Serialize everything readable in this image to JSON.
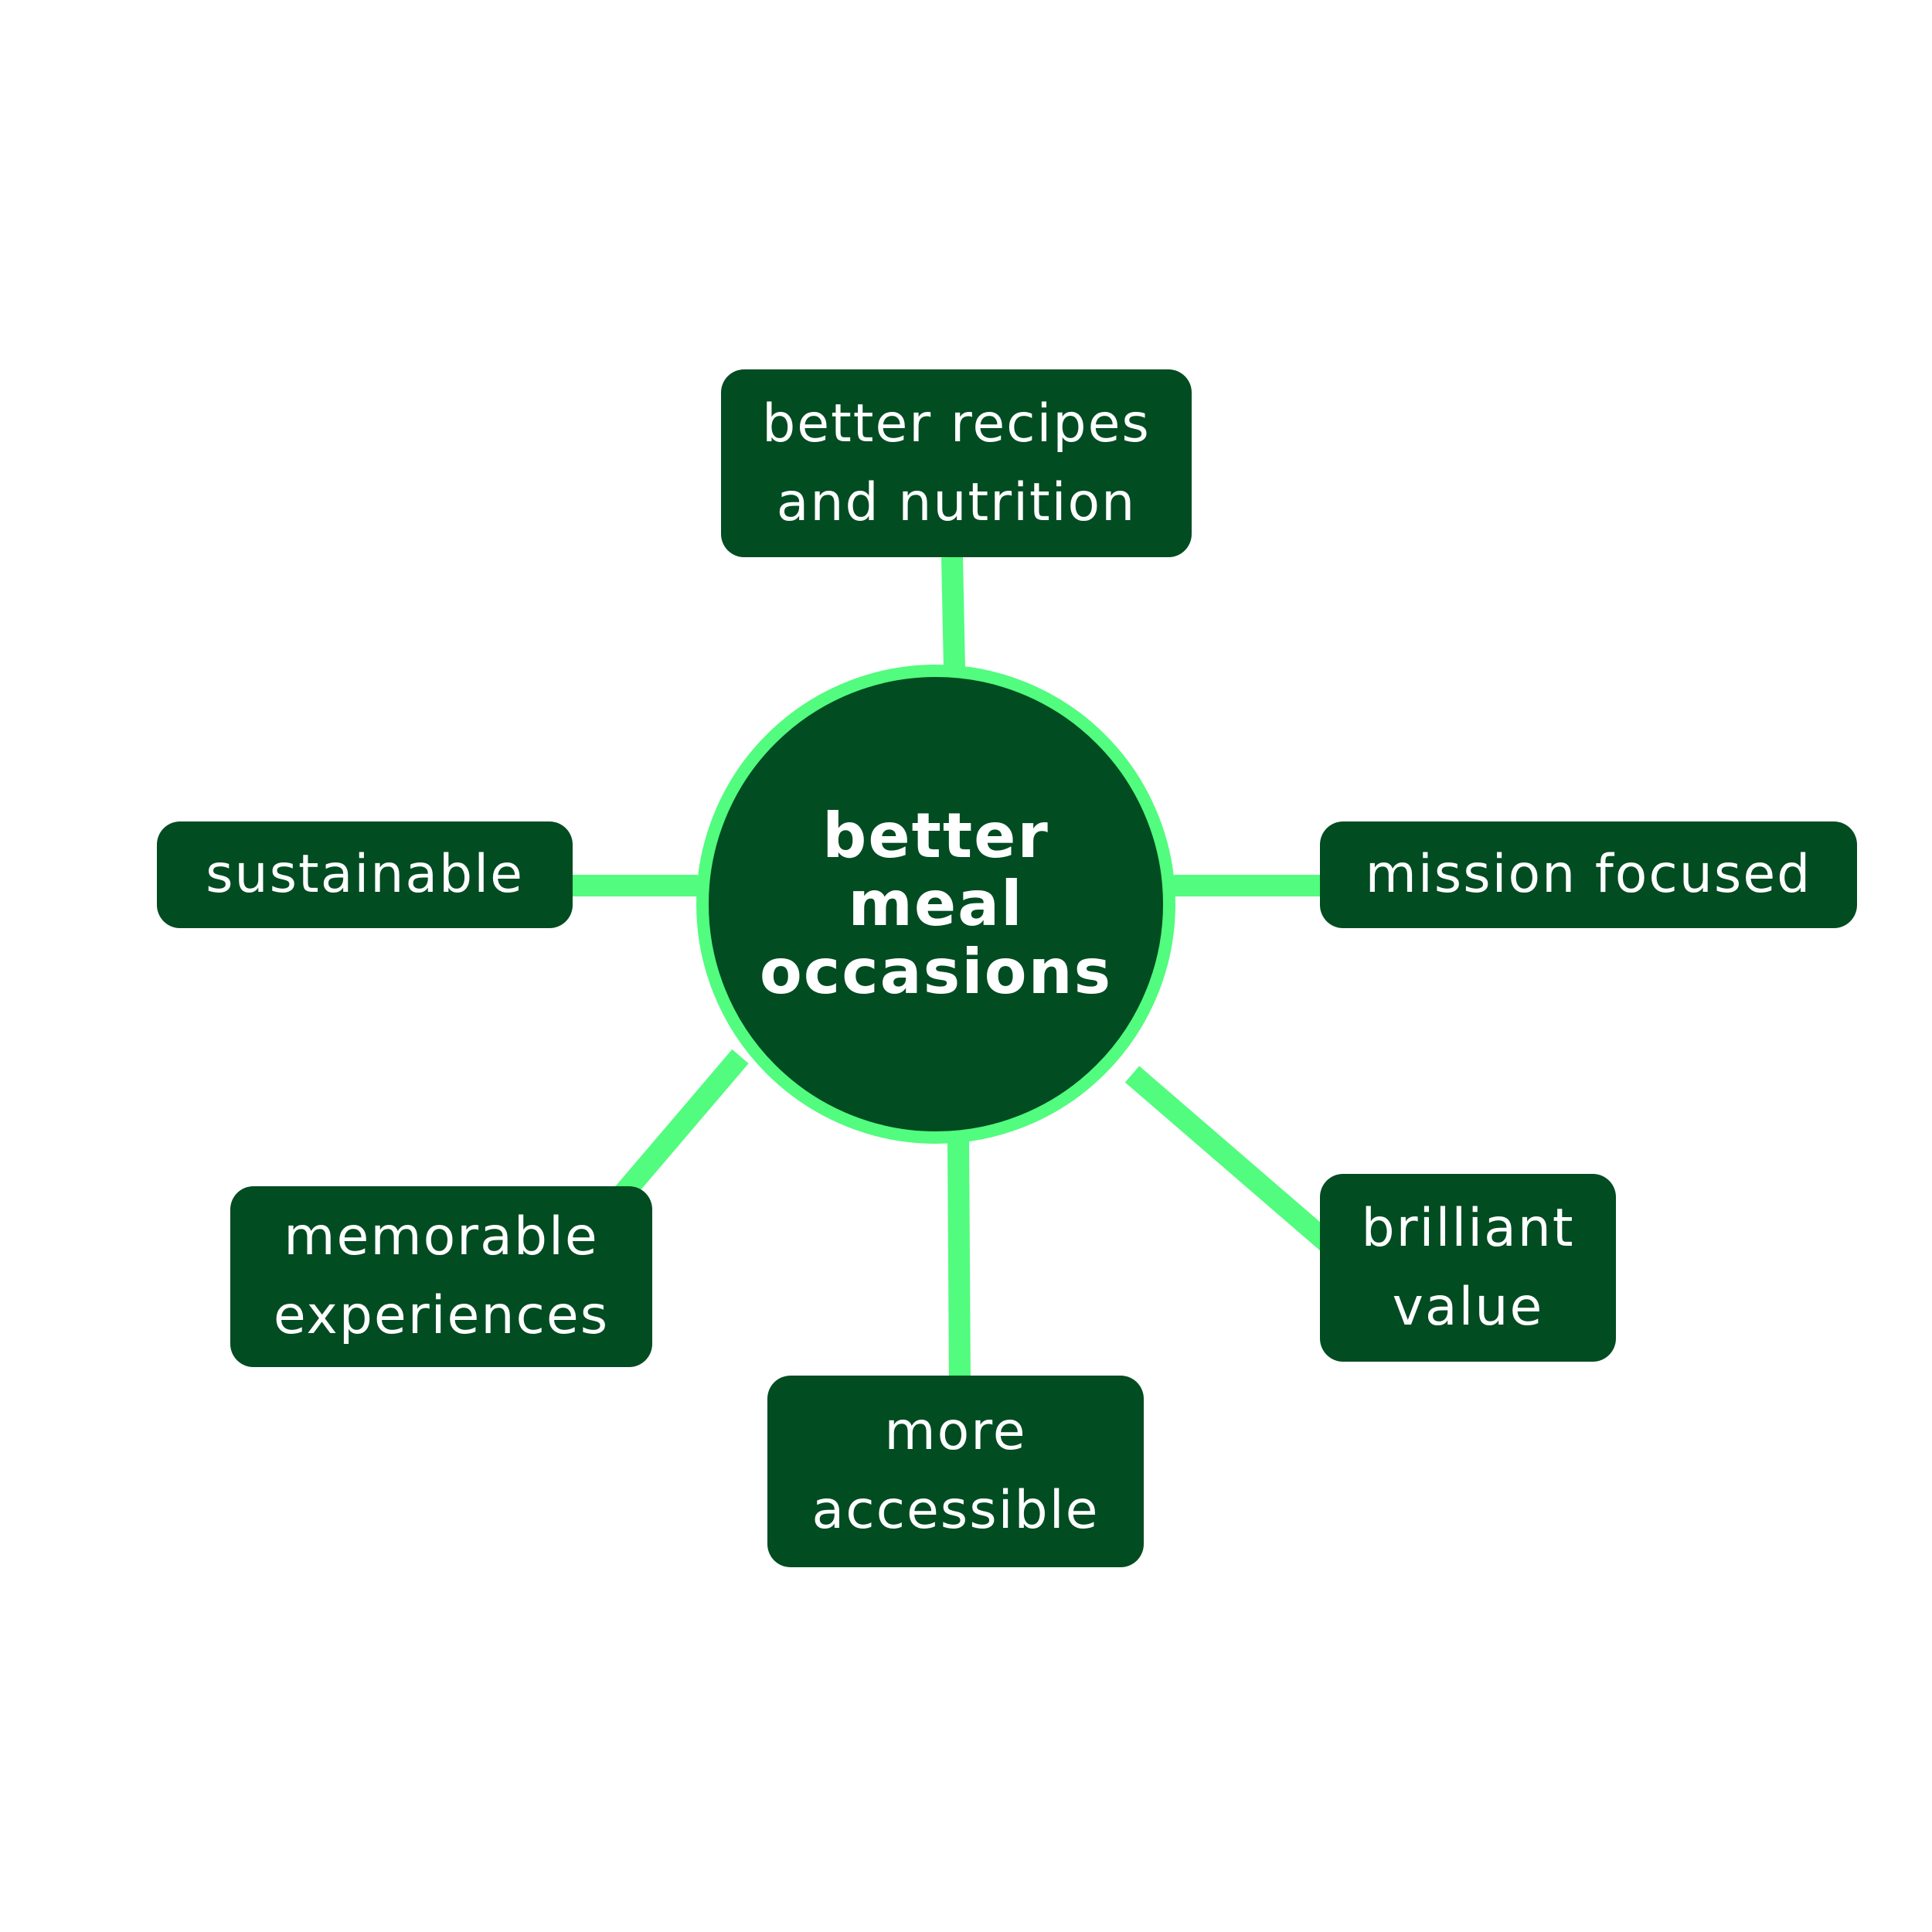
{
  "colors": {
    "node_fill": "#024c22",
    "connector": "#52fc7e",
    "text": "#ffffff",
    "background": "#ffffff"
  },
  "center": {
    "label": "better\nmeal\noccasions"
  },
  "nodes": {
    "recipes": "better recipes\nand nutrition",
    "sustainable": "sustainable",
    "mission": "mission focused",
    "memorable": "memorable\nexperiences",
    "brilliant": "brilliant\nvalue",
    "accessible": "more\naccessible"
  }
}
